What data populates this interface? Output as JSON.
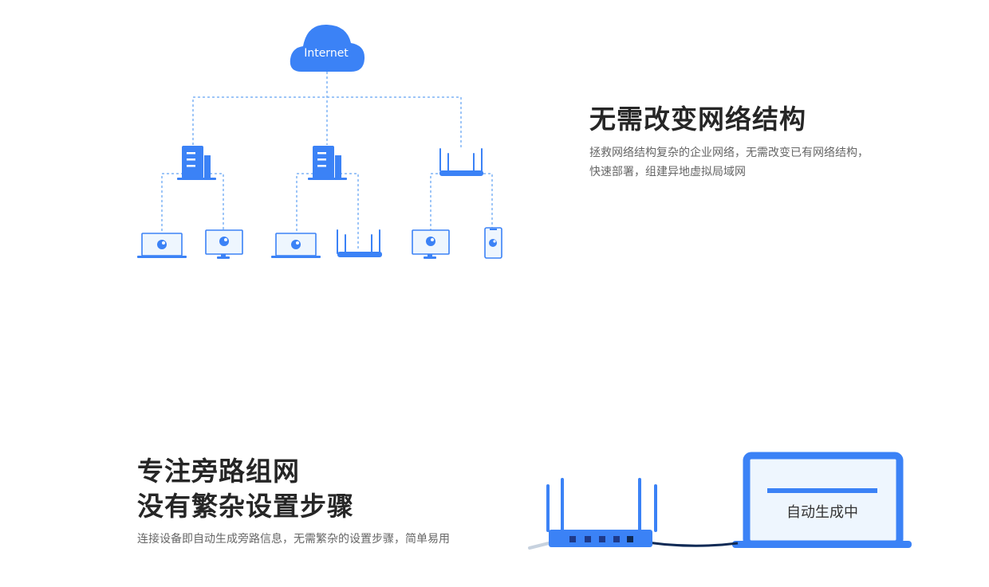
{
  "section1": {
    "title": "无需改变网络结构",
    "desc_line1": "拯救网络结构复杂的企业网络，无需改变已有网络结构，",
    "desc_line2": "快速部署，组建异地虚拟局域网",
    "cloud_label": "Internet"
  },
  "section2": {
    "title_line1": "专注旁路组网",
    "title_line2": "没有繁杂设置步骤",
    "desc": "连接设备即自动生成旁路信息，无需繁杂的设置步骤，简单易用",
    "laptop_screen_text": "自动生成中"
  },
  "colors": {
    "accent": "#3b82f6",
    "line": "#7fb3f5",
    "cable": "#0f2a55",
    "title": "#262626",
    "body": "#666666"
  }
}
